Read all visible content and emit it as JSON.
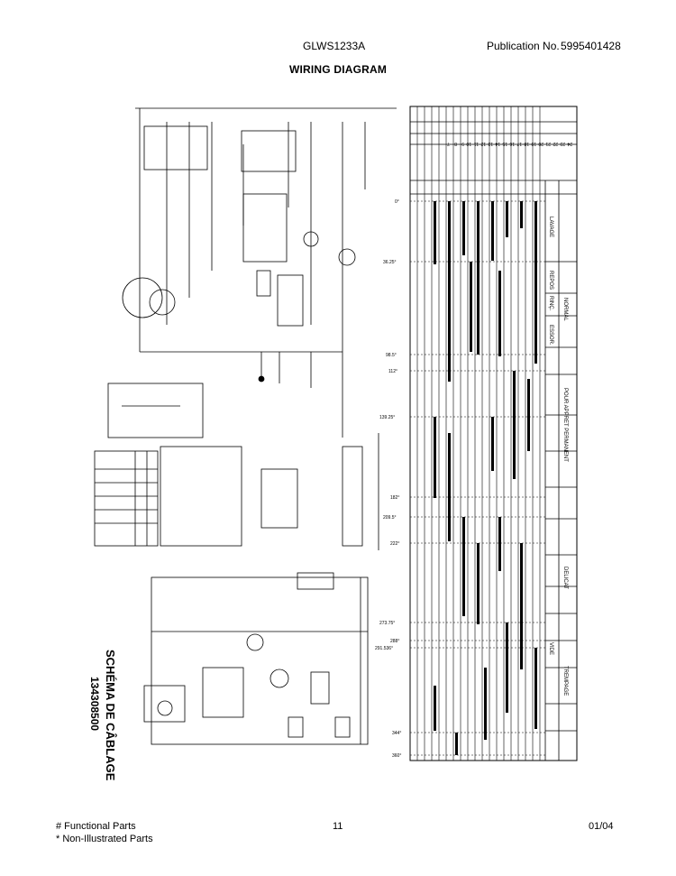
{
  "header": {
    "model": "GLWS1233A",
    "publication_label": "Publication No.",
    "publication_number": "5995401428"
  },
  "title": "WIRING DIAGRAM",
  "schematic_label": "SCHÉMA DE CÂBLAGE",
  "schematic_number": "134308500",
  "timer_chart": {
    "rows": [
      "24",
      "23",
      "22",
      "21",
      "20",
      "19",
      "18",
      "17",
      "16",
      "15",
      "14",
      "13",
      "12",
      "11",
      "10",
      "9",
      "8",
      "7",
      "6",
      "5",
      "4",
      "3",
      "2",
      "1"
    ],
    "degree_marks": [
      "0°",
      "36.25°",
      "98.5°",
      "112°",
      "139.25°",
      "182°",
      "209.5°",
      "222°",
      "273.75°",
      "288°",
      "291.536°",
      "344°",
      "360°"
    ],
    "cycles": [
      "NORMAL",
      "POUR APPRET PERMANENT",
      "DELICAT",
      "TREMPAGE"
    ],
    "steps": [
      "LAVAGE",
      "REPOS",
      "RINÇ.",
      "ESSOR.",
      "VIDE"
    ]
  },
  "footer": {
    "functional": "# Functional Parts",
    "non_illustrated": "* Non-Illustrated Parts",
    "page_number": "11",
    "date": "01/04"
  }
}
